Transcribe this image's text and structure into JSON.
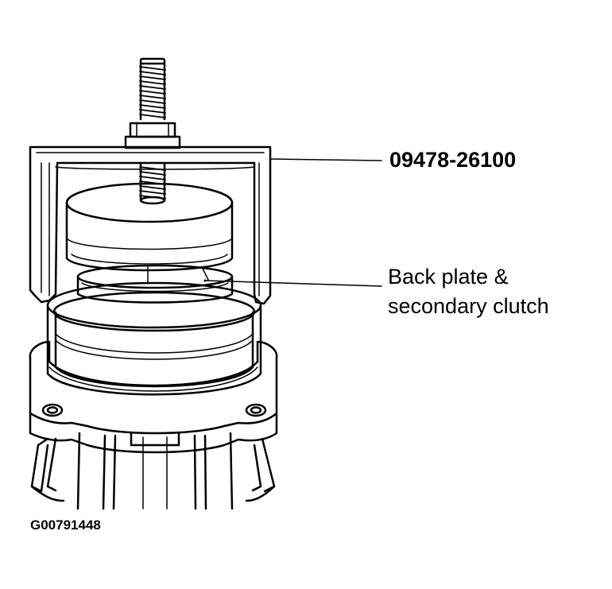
{
  "labels": {
    "tool_number": "09478-26100",
    "part_line1": "Back plate &",
    "part_line2": "secondary clutch",
    "figure_code": "G00791448"
  }
}
